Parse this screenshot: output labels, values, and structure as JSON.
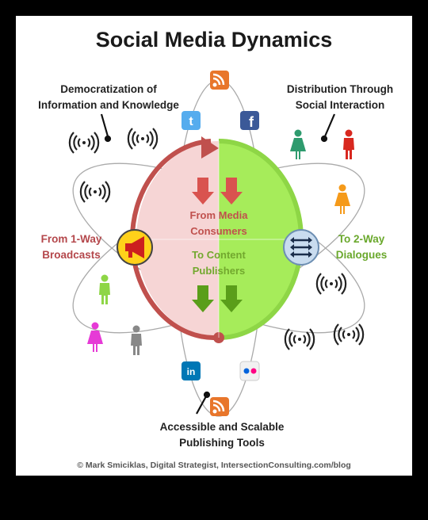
{
  "title": "Social Media Dynamics",
  "labels": {
    "democratization": [
      "Democratization of",
      "Information and Knowledge"
    ],
    "distribution": [
      "Distribution Through",
      "Social Interaction"
    ],
    "from_broadcasts": [
      "From 1-Way",
      "Broadcasts"
    ],
    "to_dialogues": [
      "To 2-Way",
      "Dialogues"
    ],
    "center_top": [
      "From Media",
      "Consumers"
    ],
    "center_bottom": [
      "To Content",
      "Publishers"
    ],
    "accessible": [
      "Accessible and Scalable",
      "Publishing Tools"
    ]
  },
  "icon_letters": {
    "twitter": "t",
    "facebook": "f",
    "linkedin": "in"
  },
  "credit": "© Mark Smiciklas, Digital Strategist, IntersectionConsulting.com/blog",
  "colors": {
    "red": "#c0504d",
    "green": "#8ed646",
    "pink_fill": "#f6d5d5",
    "green_fill": "#a6ec5a",
    "rss": "#e8762b",
    "twitter": "#55acee",
    "facebook": "#3b5998",
    "linkedin": "#0077b5"
  }
}
